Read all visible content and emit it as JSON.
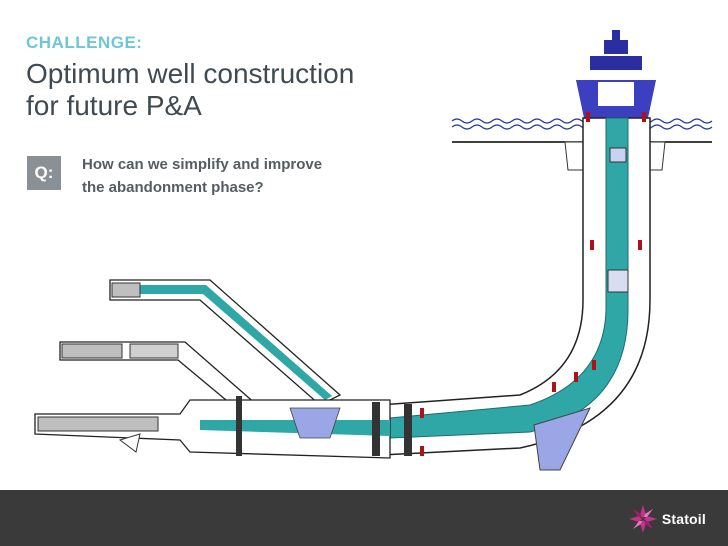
{
  "slide": {
    "kicker": "CHALLENGE:",
    "title_line1": "Optimum well construction",
    "title_line2": "for future P&A",
    "q_label": "Q:",
    "question_line1": "How can we simplify and improve",
    "question_line2": "the abandonment phase?"
  },
  "footer": {
    "logo_text": "Statoil"
  },
  "colors": {
    "accent": "#6ec6d6",
    "title": "#3f4a52",
    "well_teal": "#2fa7a7",
    "wellhead_blue": "#2a2ea0",
    "formation_blue": "#9aa6e6",
    "footer_bg": "#3a3a3a",
    "logo_magenta": "#c2338a"
  }
}
